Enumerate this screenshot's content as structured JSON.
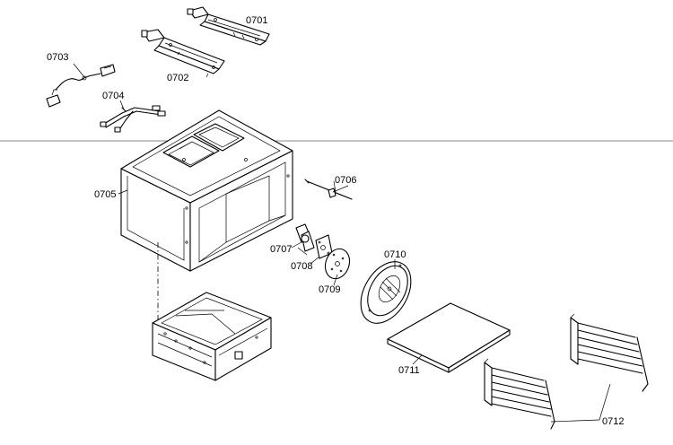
{
  "parts": {
    "p0701": "0701",
    "p0702": "0702",
    "p0703": "0703",
    "p0704": "0704",
    "p0705": "0705",
    "p0706": "0706",
    "p0707": "0707",
    "p0708": "0708",
    "p0709": "0709",
    "p0710": "0710",
    "p0711": "0711",
    "p0712": "0712"
  },
  "colors": {
    "line": "#000000",
    "background": "#ffffff",
    "divider": "#888888"
  }
}
